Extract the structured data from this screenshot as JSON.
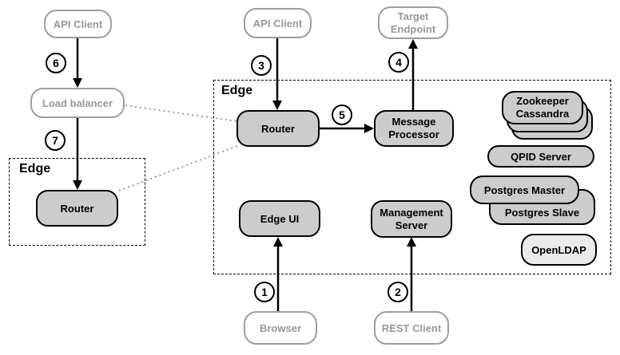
{
  "zones": {
    "gateway": {
      "label": "Edge"
    },
    "main": {
      "label": "Edge"
    }
  },
  "nodes": {
    "api_client_left": {
      "label": "API Client"
    },
    "load_balancer": {
      "label": "Load balancer"
    },
    "router_left": {
      "label": "Router"
    },
    "api_client_mid": {
      "label": "API Client"
    },
    "target_endpoint": {
      "label": "Target\nEndpoint"
    },
    "router_main": {
      "label": "Router"
    },
    "message_processor": {
      "label": "Message\nProcessor"
    },
    "edge_ui": {
      "label": "Edge UI"
    },
    "management_server": {
      "label": "Management\nServer"
    },
    "browser": {
      "label": "Browser"
    },
    "rest_client": {
      "label": "REST Client"
    },
    "zookeeper_cassandra": {
      "label": "Zookeeper\nCassandra"
    },
    "qpid_server": {
      "label": "QPID Server"
    },
    "postgres_master": {
      "label": "Postgres Master"
    },
    "postgres_slave": {
      "label": "Postgres Slave"
    },
    "openldap": {
      "label": "OpenLDAP"
    }
  },
  "steps": {
    "1": "1",
    "2": "2",
    "3": "3",
    "4": "4",
    "5": "5",
    "6": "6",
    "7": "7"
  },
  "colors": {
    "node_fill": "#cccccc",
    "node_border": "#000000",
    "outline_border": "#9e9e9e",
    "outline_text": "#999999",
    "openldap_fill": "#ebebeb",
    "dotted_line": "#808080"
  }
}
